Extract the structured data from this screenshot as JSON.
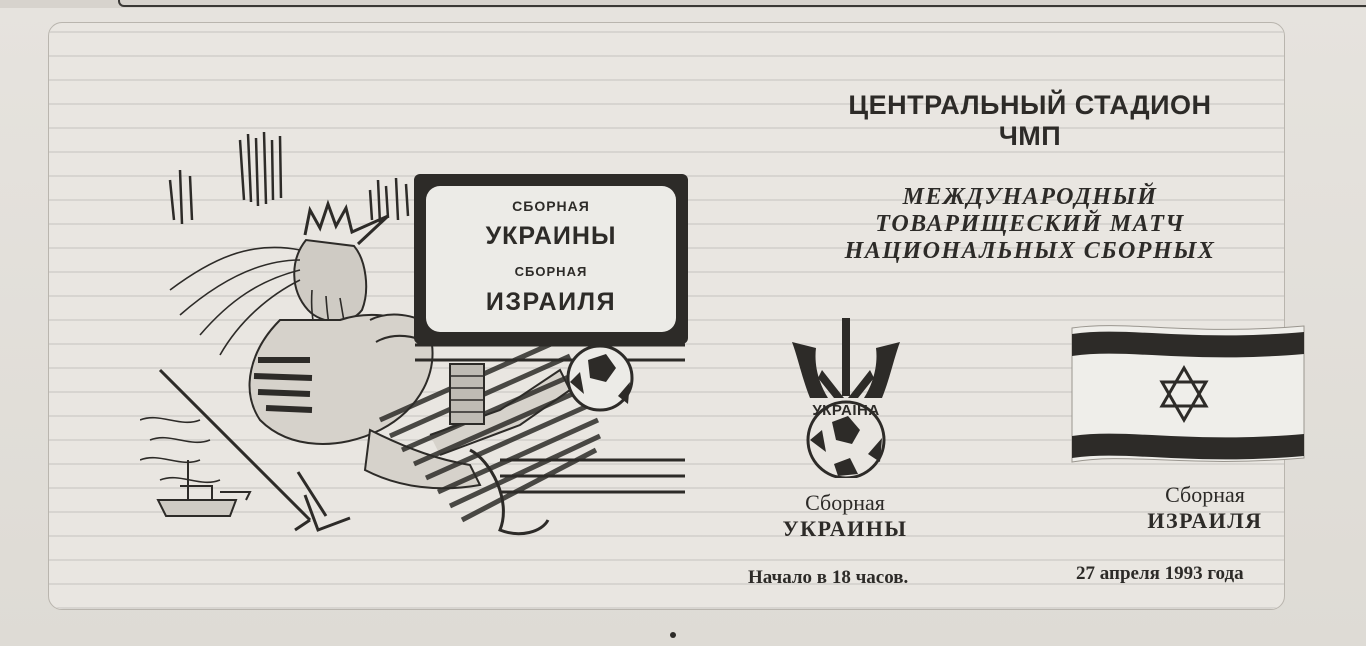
{
  "stadium": {
    "line1": "ЦЕНТРАЛЬНЫЙ СТАДИОН",
    "line2": "ЧМП"
  },
  "match": {
    "line1": "МЕЖДУНАРОДНЫЙ",
    "line2": "ТОВАРИЩЕСКИЙ МАТЧ",
    "line3": "НАЦИОНАЛЬНЫХ СБОРНЫХ"
  },
  "scoreboard": {
    "l1": "СБОРНАЯ",
    "l2": "УКРАИНЫ",
    "l3": "СБОРНАЯ",
    "l4": "ИЗРАИЛЯ"
  },
  "ukraine": {
    "emblem_text": "УКРАЇНА",
    "label1": "Сборная",
    "label2": "УКРАИНЫ"
  },
  "israel": {
    "label1": "Сборная",
    "label2": "ИЗРАИЛЯ"
  },
  "start_time": "Начало в 18 часов.",
  "date": "27 апреля 1993 года",
  "colors": {
    "ink": "#2d2b28",
    "paper": "#e9e6e1"
  }
}
